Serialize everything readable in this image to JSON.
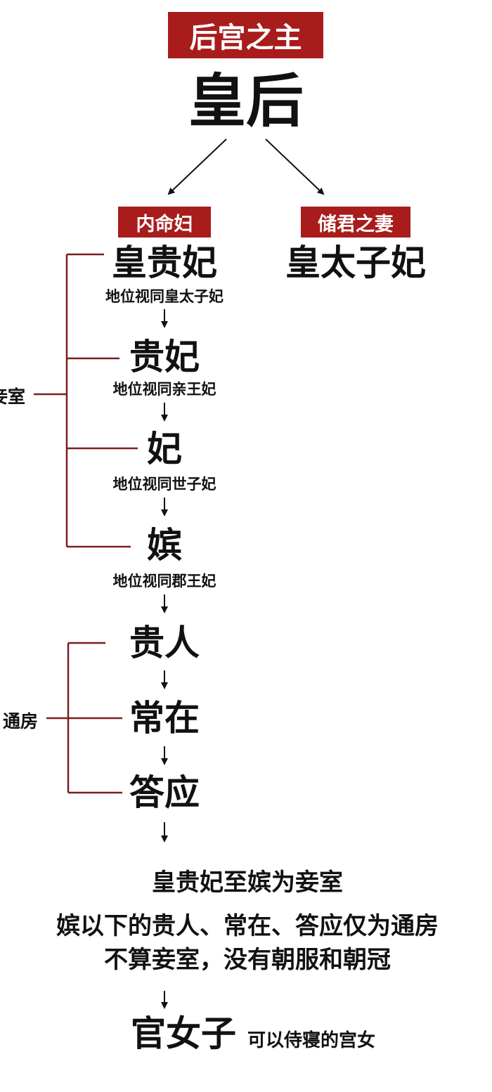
{
  "top": {
    "label": "后宫之主",
    "title": "皇后"
  },
  "left_branch": {
    "label": "内命妇"
  },
  "right_branch": {
    "label": "储君之妻",
    "title": "皇太子妃"
  },
  "ranks": [
    {
      "title": "皇贵妃",
      "note": "地位视同皇太子妃"
    },
    {
      "title": "贵妃",
      "note": "地位视同亲王妃"
    },
    {
      "title": "妃",
      "note": "地位视同世子妃"
    },
    {
      "title": "嫔",
      "note": "地位视同郡王妃"
    },
    {
      "title": "贵人"
    },
    {
      "title": "常在"
    },
    {
      "title": "答应"
    }
  ],
  "groups": {
    "concubine": "妾室",
    "tongfang": "通房"
  },
  "summary": {
    "line1": "皇贵妃至嫔为妾室",
    "line2": "嫔以下的贵人、常在、答应仅为通房",
    "line3": "不算妾室，没有朝服和朝冠"
  },
  "bottom": {
    "title": "官女子",
    "note": "可以侍寝的宫女"
  },
  "colors": {
    "accent": "#a81c1c",
    "text": "#111111",
    "line": "#7a1f1f"
  }
}
